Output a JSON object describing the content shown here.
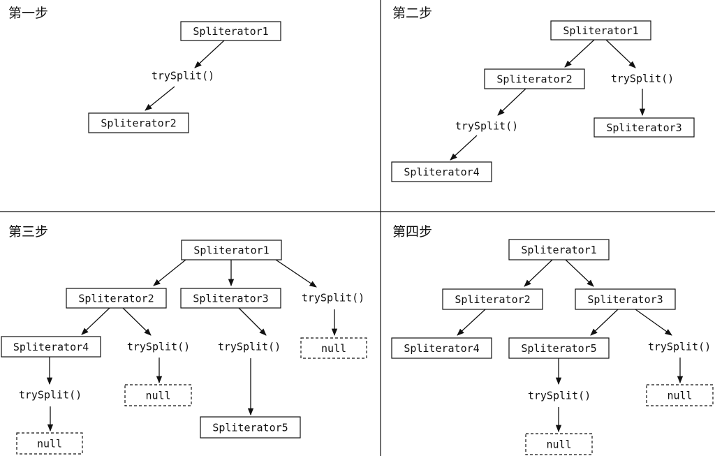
{
  "panels": [
    {
      "title": "第一步",
      "nodes": [
        {
          "id": "s1",
          "text": "Spliterator1",
          "type": "box"
        },
        {
          "id": "t1",
          "text": "trySplit()",
          "type": "text"
        },
        {
          "id": "s2",
          "text": "Spliterator2",
          "type": "box"
        }
      ],
      "edges": [
        [
          "s1",
          "t1"
        ],
        [
          "t1",
          "s2"
        ]
      ]
    },
    {
      "title": "第二步",
      "nodes": [
        {
          "id": "s1",
          "text": "Spliterator1",
          "type": "box"
        },
        {
          "id": "s2",
          "text": "Spliterator2",
          "type": "box"
        },
        {
          "id": "tr",
          "text": "trySplit()",
          "type": "text"
        },
        {
          "id": "tl",
          "text": "trySplit()",
          "type": "text"
        },
        {
          "id": "s3",
          "text": "Spliterator3",
          "type": "box"
        },
        {
          "id": "s4",
          "text": "Spliterator4",
          "type": "box"
        }
      ],
      "edges": [
        [
          "s1",
          "s2"
        ],
        [
          "s1",
          "tr"
        ],
        [
          "tr",
          "s3"
        ],
        [
          "s2",
          "tl"
        ],
        [
          "tl",
          "s4"
        ]
      ]
    },
    {
      "title": "第三步",
      "nodes": [
        {
          "id": "s1",
          "text": "Spliterator1",
          "type": "box"
        },
        {
          "id": "s2",
          "text": "Spliterator2",
          "type": "box"
        },
        {
          "id": "s3",
          "text": "Spliterator3",
          "type": "box"
        },
        {
          "id": "tA",
          "text": "trySplit()",
          "type": "text"
        },
        {
          "id": "nA",
          "text": "null",
          "type": "null"
        },
        {
          "id": "s4",
          "text": "Spliterator4",
          "type": "box"
        },
        {
          "id": "tB",
          "text": "trySplit()",
          "type": "text"
        },
        {
          "id": "nB",
          "text": "null",
          "type": "null"
        },
        {
          "id": "tC",
          "text": "trySplit()",
          "type": "text"
        },
        {
          "id": "s5",
          "text": "Spliterator5",
          "type": "box"
        },
        {
          "id": "tD",
          "text": "trySplit()",
          "type": "text"
        },
        {
          "id": "nD",
          "text": "null",
          "type": "null"
        }
      ],
      "edges": [
        [
          "s1",
          "s2"
        ],
        [
          "s1",
          "s3"
        ],
        [
          "s1",
          "tA"
        ],
        [
          "tA",
          "nA"
        ],
        [
          "s2",
          "s4"
        ],
        [
          "s2",
          "tB"
        ],
        [
          "tB",
          "nB"
        ],
        [
          "s3",
          "tC"
        ],
        [
          "tC",
          "s5"
        ],
        [
          "s4",
          "tD"
        ],
        [
          "tD",
          "nD"
        ]
      ]
    },
    {
      "title": "第四步",
      "nodes": [
        {
          "id": "s1",
          "text": "Spliterator1",
          "type": "box"
        },
        {
          "id": "s2",
          "text": "Spliterator2",
          "type": "box"
        },
        {
          "id": "s3",
          "text": "Spliterator3",
          "type": "box"
        },
        {
          "id": "s4",
          "text": "Spliterator4",
          "type": "box"
        },
        {
          "id": "s5",
          "text": "Spliterator5",
          "type": "box"
        },
        {
          "id": "tA",
          "text": "trySplit()",
          "type": "text"
        },
        {
          "id": "nA",
          "text": "null",
          "type": "null"
        },
        {
          "id": "tB",
          "text": "trySplit()",
          "type": "text"
        },
        {
          "id": "nB",
          "text": "null",
          "type": "null"
        }
      ],
      "edges": [
        [
          "s1",
          "s2"
        ],
        [
          "s1",
          "s3"
        ],
        [
          "s2",
          "s4"
        ],
        [
          "s3",
          "s5"
        ],
        [
          "s3",
          "tA"
        ],
        [
          "tA",
          "nA"
        ],
        [
          "s5",
          "tB"
        ],
        [
          "tB",
          "nB"
        ]
      ]
    }
  ]
}
